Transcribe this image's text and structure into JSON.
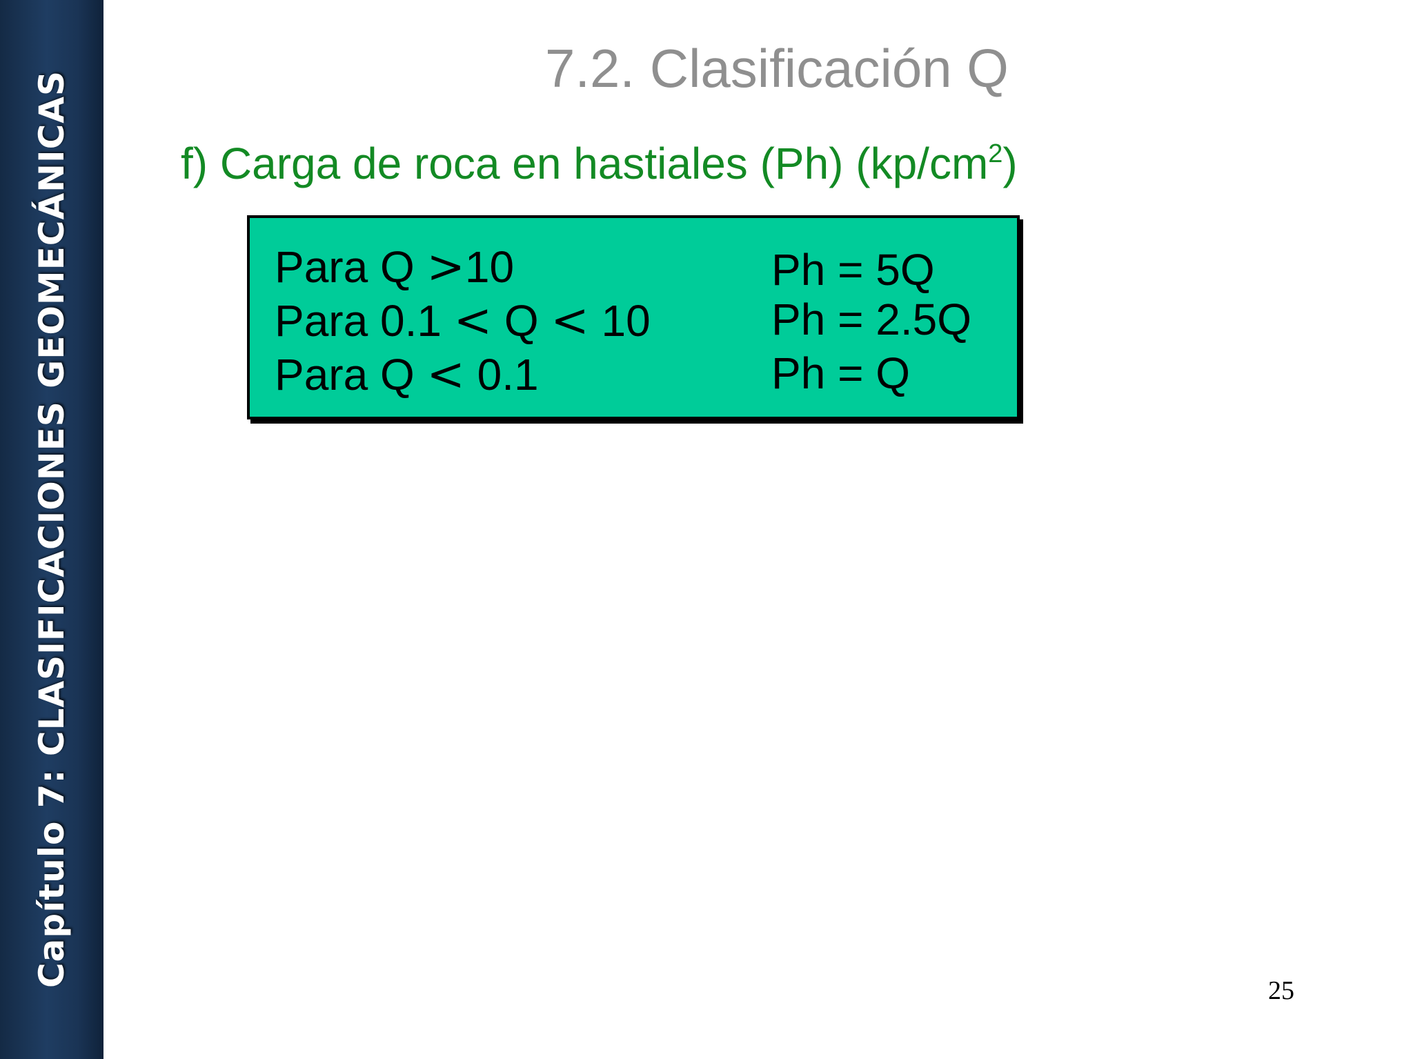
{
  "sidebar": {
    "chapter_label": "Capítulo 7: CLASIFICACIONES GEOMECÁNICAS"
  },
  "title": "7.2. Clasificación Q",
  "subtitle": {
    "text": "f) Carga de roca en hastiales (Ph) (kp/cm",
    "superscript": "2",
    "closing": ")"
  },
  "formulas": [
    {
      "condition_prefix": "Para Q ",
      "op1": ">",
      "condition_mid": "10",
      "op2": "",
      "condition_suffix": "",
      "result": "Ph = 5Q"
    },
    {
      "condition_prefix": "Para 0.1 ",
      "op1": "<",
      "condition_mid": " Q ",
      "op2": "<",
      "condition_suffix": " 10",
      "result": "Ph = 2.5Q"
    },
    {
      "condition_prefix": "Para Q ",
      "op1": "<",
      "condition_mid": " 0.1",
      "op2": "",
      "condition_suffix": "",
      "result": "Ph = Q"
    }
  ],
  "page_number": "25",
  "colors": {
    "sidebar": "#1f3d62",
    "title": "#8f8f8f",
    "subtitle": "#138a24",
    "box_fill": "#00cc99"
  }
}
